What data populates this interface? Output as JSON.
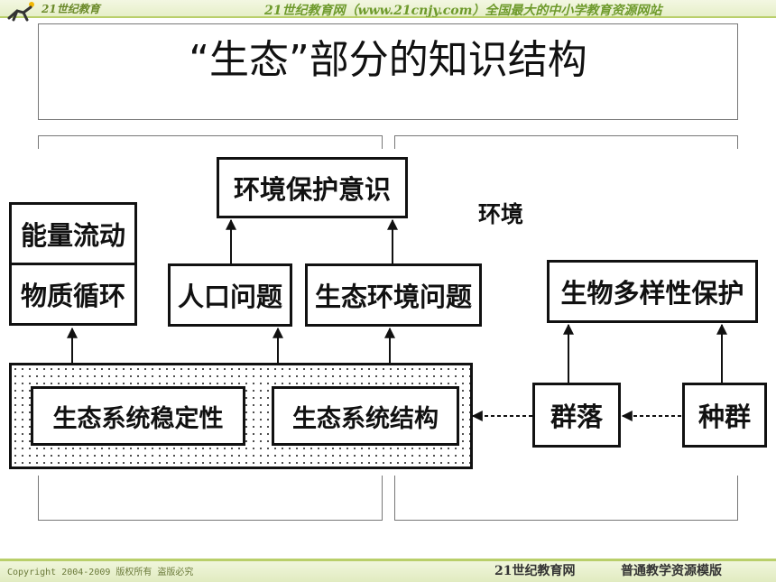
{
  "header": {
    "logo_text": "21世纪教育",
    "slogan": "21世纪教育网（www.21cnjy.com）全国最大的中小学教育资源网站"
  },
  "slide": {
    "title": "“生态”部分的知识结构"
  },
  "diagram": {
    "nodes": {
      "energy_flow": "能量流动",
      "material_cycle": "物质循环",
      "env_protection_awareness": "环境保护意识",
      "population_problem": "人口问题",
      "eco_env_problem": "生态环境问题",
      "biodiversity_protection": "生物多样性保护",
      "ecosystem_stability": "生态系统稳定性",
      "ecosystem_structure": "生态系统结构",
      "community": "群落",
      "species_population": "种群"
    },
    "label_environment": "环境"
  },
  "footer": {
    "copyright": "Copyright 2004-2009 版权所有 盗版必究",
    "site": "21世纪教育网",
    "slogan": "普通教学资源模版"
  }
}
